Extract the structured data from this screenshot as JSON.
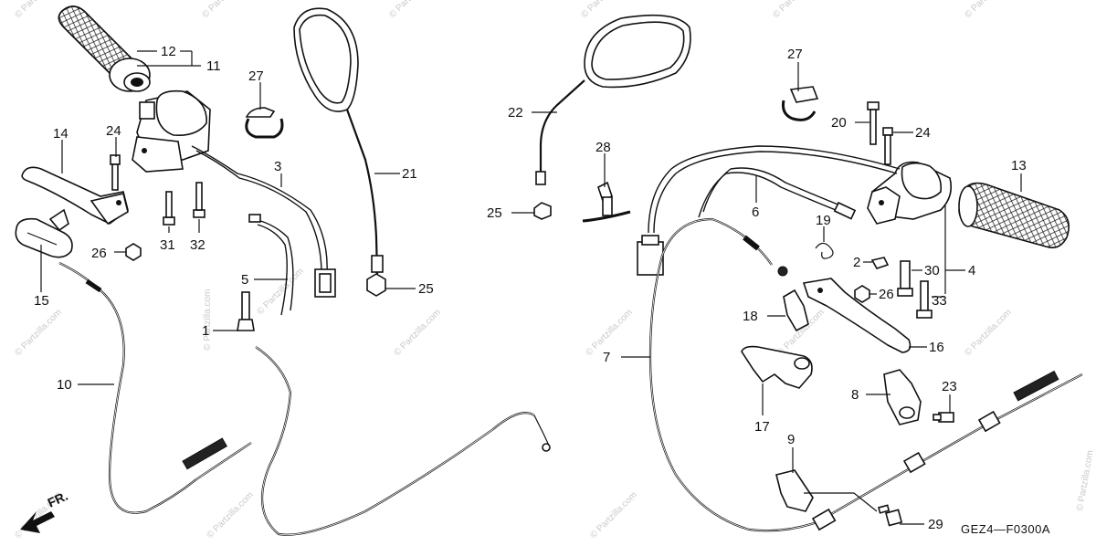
{
  "diagram_code": "GEZ4—F0300A",
  "direction_label": "FR.",
  "watermark_text": "© Partzilla.com",
  "callouts": [
    {
      "id": "c12",
      "text": "12"
    },
    {
      "id": "c11",
      "text": "11"
    },
    {
      "id": "c27a",
      "text": "27"
    },
    {
      "id": "c14",
      "text": "14"
    },
    {
      "id": "c24a",
      "text": "24"
    },
    {
      "id": "c3",
      "text": "3"
    },
    {
      "id": "c21",
      "text": "21"
    },
    {
      "id": "c31",
      "text": "31"
    },
    {
      "id": "c32",
      "text": "32"
    },
    {
      "id": "c26a",
      "text": "26"
    },
    {
      "id": "c15",
      "text": "15"
    },
    {
      "id": "c5",
      "text": "5"
    },
    {
      "id": "c25a",
      "text": "25"
    },
    {
      "id": "c1",
      "text": "1"
    },
    {
      "id": "c10",
      "text": "10"
    },
    {
      "id": "c22",
      "text": "22"
    },
    {
      "id": "c25b",
      "text": "25"
    },
    {
      "id": "c28",
      "text": "28"
    },
    {
      "id": "c27b",
      "text": "27"
    },
    {
      "id": "c20",
      "text": "20"
    },
    {
      "id": "c24b",
      "text": "24"
    },
    {
      "id": "c13",
      "text": "13"
    },
    {
      "id": "c6",
      "text": "6"
    },
    {
      "id": "c19",
      "text": "19"
    },
    {
      "id": "c2",
      "text": "2"
    },
    {
      "id": "c30",
      "text": "30"
    },
    {
      "id": "c4",
      "text": "4"
    },
    {
      "id": "c26b",
      "text": "26"
    },
    {
      "id": "c33",
      "text": "33"
    },
    {
      "id": "c18",
      "text": "18"
    },
    {
      "id": "c16",
      "text": "16"
    },
    {
      "id": "c7",
      "text": "7"
    },
    {
      "id": "c23",
      "text": "23"
    },
    {
      "id": "c8",
      "text": "8"
    },
    {
      "id": "c17",
      "text": "17"
    },
    {
      "id": "c9",
      "text": "9"
    },
    {
      "id": "c29",
      "text": "29"
    }
  ]
}
